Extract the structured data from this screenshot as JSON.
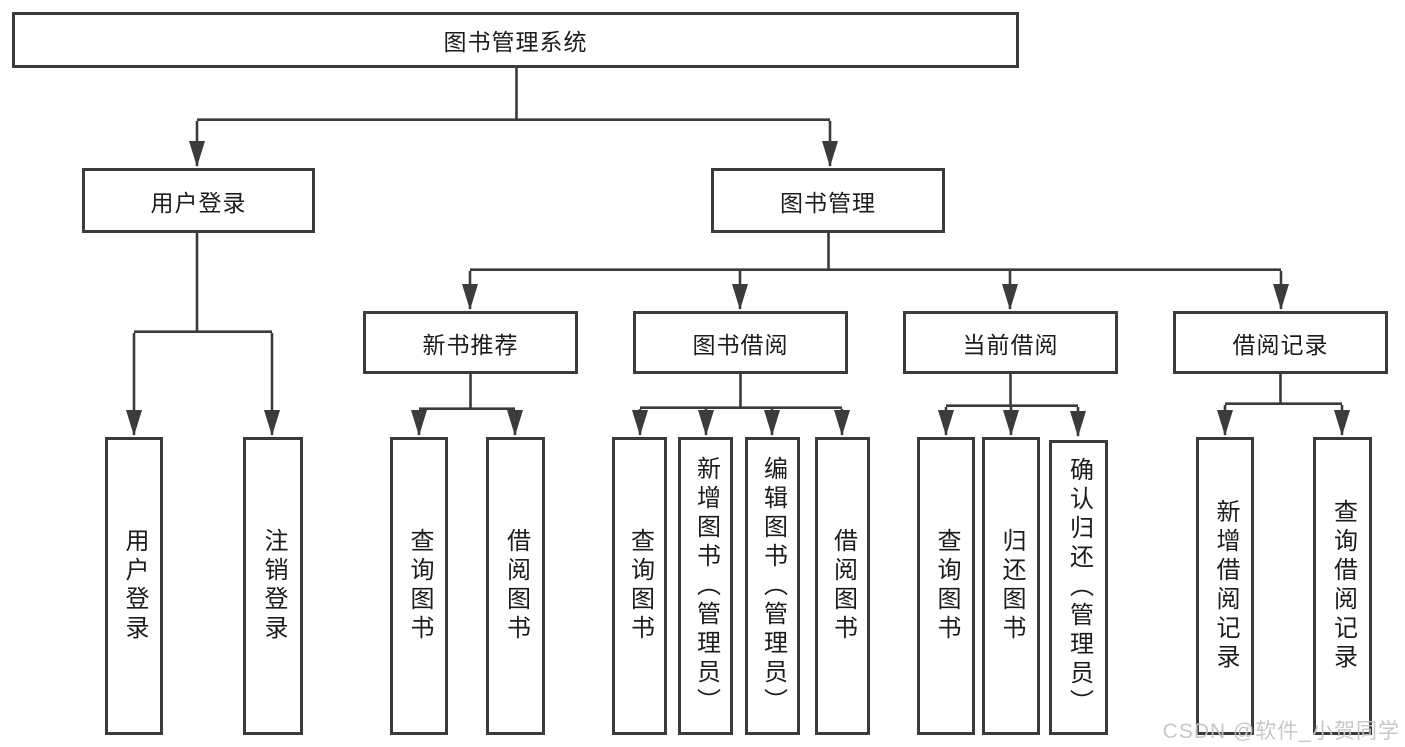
{
  "tree": {
    "root": "图书管理系统",
    "branches": [
      {
        "label": "用户登录",
        "children": [
          "用户登录",
          "注销登录"
        ]
      },
      {
        "label": "图书管理",
        "groups": [
          {
            "label": "新书推荐",
            "children": [
              "查询图书",
              "借阅图书"
            ]
          },
          {
            "label": "图书借阅",
            "children": [
              "查询图书",
              "新增图书（管理员）",
              "编辑图书（管理员）",
              "借阅图书"
            ]
          },
          {
            "label": "当前借阅",
            "children": [
              "查询图书",
              "归还图书",
              "确认归还（管理员）"
            ]
          },
          {
            "label": "借阅记录",
            "children": [
              "新增借阅记录",
              "查询借阅记录"
            ]
          }
        ]
      }
    ]
  },
  "watermark": {
    "text": "CSDN @软件_小贺同学",
    "color": "#c4c4c4"
  },
  "colors": {
    "line": "#3b3b3b",
    "box_border": "#3b3b3b",
    "text": "#1c1c1c",
    "background": "#ffffff"
  }
}
